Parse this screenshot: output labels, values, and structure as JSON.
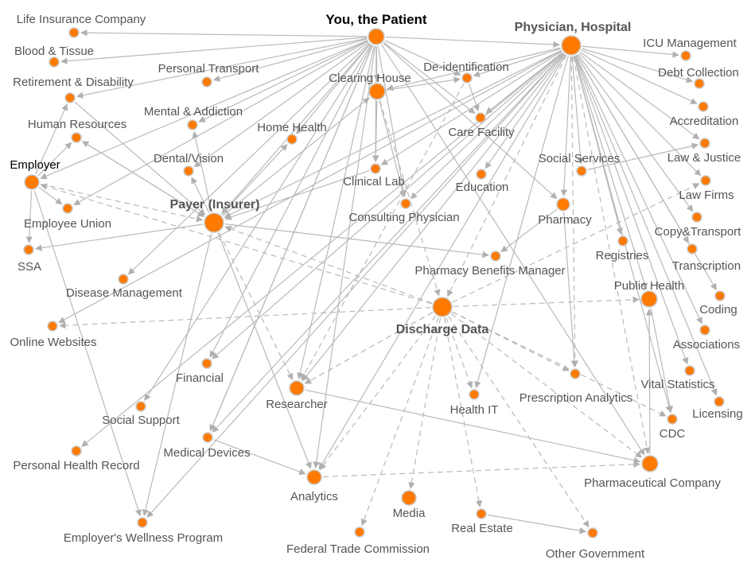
{
  "colors": {
    "node": "#ff7a00",
    "edge": "#b9b9b9",
    "label": "#555555"
  },
  "nodes": [
    {
      "id": "you",
      "label": "You, the Patient"
    },
    {
      "id": "physician",
      "label": "Physician, Hospital"
    },
    {
      "id": "payer",
      "label": "Payer (Insurer)"
    },
    {
      "id": "discharge",
      "label": "Discharge Data"
    },
    {
      "id": "clearing",
      "label": "Clearing House"
    },
    {
      "id": "life",
      "label": "Life Insurance Company"
    },
    {
      "id": "blood",
      "label": "Blood & Tissue"
    },
    {
      "id": "retirement",
      "label": "Retirement & Disability"
    },
    {
      "id": "hr",
      "label": "Human Resources"
    },
    {
      "id": "employer",
      "label": "Employer"
    },
    {
      "id": "union",
      "label": "Employee Union"
    },
    {
      "id": "ssa",
      "label": "SSA"
    },
    {
      "id": "transport",
      "label": "Personal Transport"
    },
    {
      "id": "mental",
      "label": "Mental & Addiction"
    },
    {
      "id": "homehealth",
      "label": "Home Health"
    },
    {
      "id": "dental",
      "label": "Dental/Vision"
    },
    {
      "id": "deid",
      "label": "De-identification"
    },
    {
      "id": "care",
      "label": "Care Facility"
    },
    {
      "id": "education",
      "label": "Education"
    },
    {
      "id": "clinicallab",
      "label": "Clinical Lab"
    },
    {
      "id": "consulting",
      "label": "Consulting Physician"
    },
    {
      "id": "socialservices",
      "label": "Social Services"
    },
    {
      "id": "pharmacy",
      "label": "Pharmacy"
    },
    {
      "id": "pbm",
      "label": "Pharmacy Benefits Manager"
    },
    {
      "id": "icu",
      "label": "ICU Management"
    },
    {
      "id": "debt",
      "label": "Debt Collection"
    },
    {
      "id": "accreditation",
      "label": "Accreditation"
    },
    {
      "id": "law",
      "label": "Law & Justice"
    },
    {
      "id": "lawfirms",
      "label": "Law Firms"
    },
    {
      "id": "copy",
      "label": "Copy&Transport"
    },
    {
      "id": "transcription",
      "label": "Transcription"
    },
    {
      "id": "registries",
      "label": "Registries"
    },
    {
      "id": "publichealth",
      "label": "Public Health"
    },
    {
      "id": "coding",
      "label": "Coding"
    },
    {
      "id": "associations",
      "label": "Associations"
    },
    {
      "id": "vital",
      "label": "Vital Statistics"
    },
    {
      "id": "licensing",
      "label": "Licensing"
    },
    {
      "id": "cdc",
      "label": "CDC"
    },
    {
      "id": "disease",
      "label": "Disease Management"
    },
    {
      "id": "online",
      "label": "Online Websites"
    },
    {
      "id": "financial",
      "label": "Financial"
    },
    {
      "id": "researcher",
      "label": "Researcher"
    },
    {
      "id": "healthit",
      "label": "Health IT"
    },
    {
      "id": "rxanalytics",
      "label": "Prescription Analytics"
    },
    {
      "id": "socialsupport",
      "label": "Social Support"
    },
    {
      "id": "phr",
      "label": "Personal Health Record"
    },
    {
      "id": "devices",
      "label": "Medical Devices"
    },
    {
      "id": "analytics",
      "label": "Analytics"
    },
    {
      "id": "media",
      "label": "Media"
    },
    {
      "id": "realestate",
      "label": "Real Estate"
    },
    {
      "id": "pharmaco",
      "label": "Pharmaceutical Company"
    },
    {
      "id": "wellness",
      "label": "Employer's Wellness Program"
    },
    {
      "id": "ftc",
      "label": "Federal Trade Commission"
    },
    {
      "id": "othergov",
      "label": "Other Government"
    }
  ]
}
